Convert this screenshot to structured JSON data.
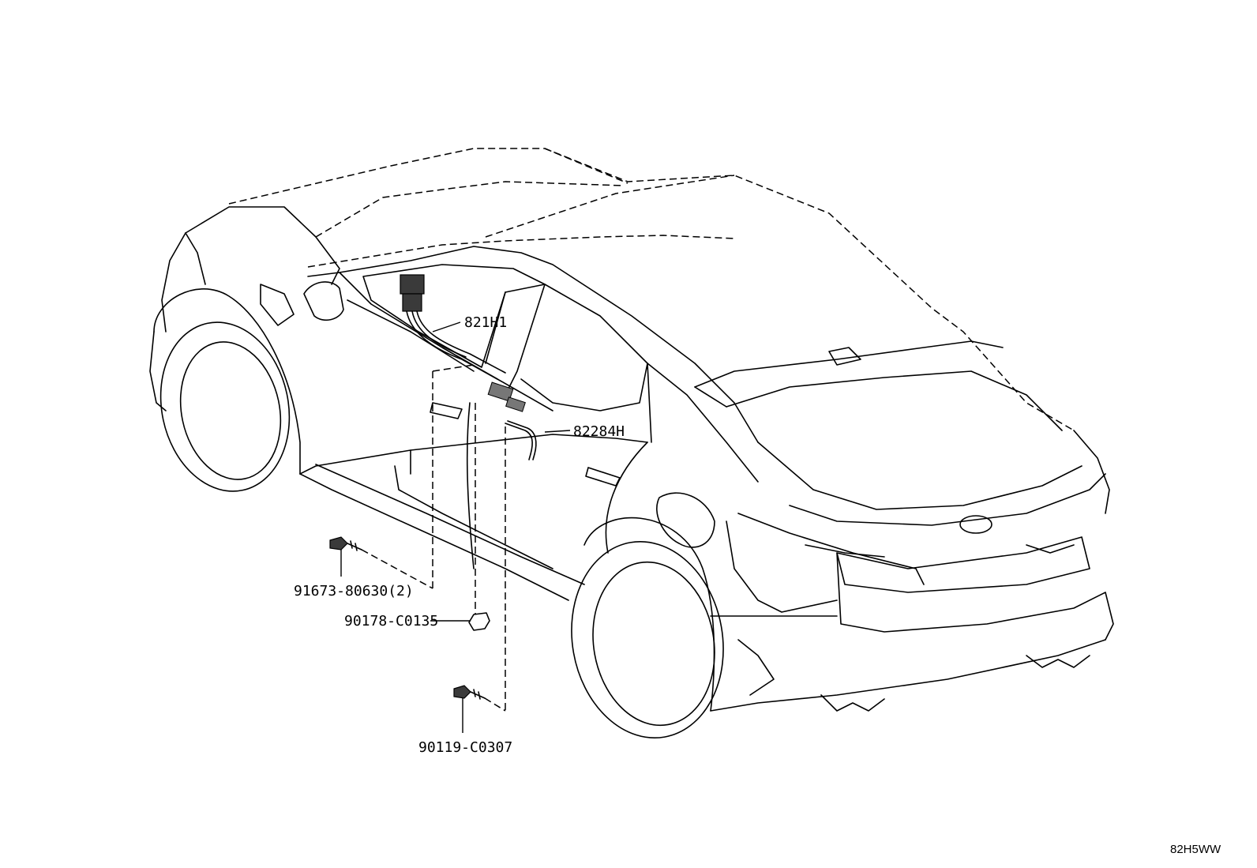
{
  "parts": [
    {
      "id": "p1",
      "number": "821H1"
    },
    {
      "id": "p2",
      "number": "82284H"
    },
    {
      "id": "p3",
      "number": "91673-80630(2)"
    },
    {
      "id": "p4",
      "number": "90178-C0135"
    },
    {
      "id": "p5",
      "number": "90119-C0307"
    }
  ],
  "figure_ref": "82H5WW"
}
